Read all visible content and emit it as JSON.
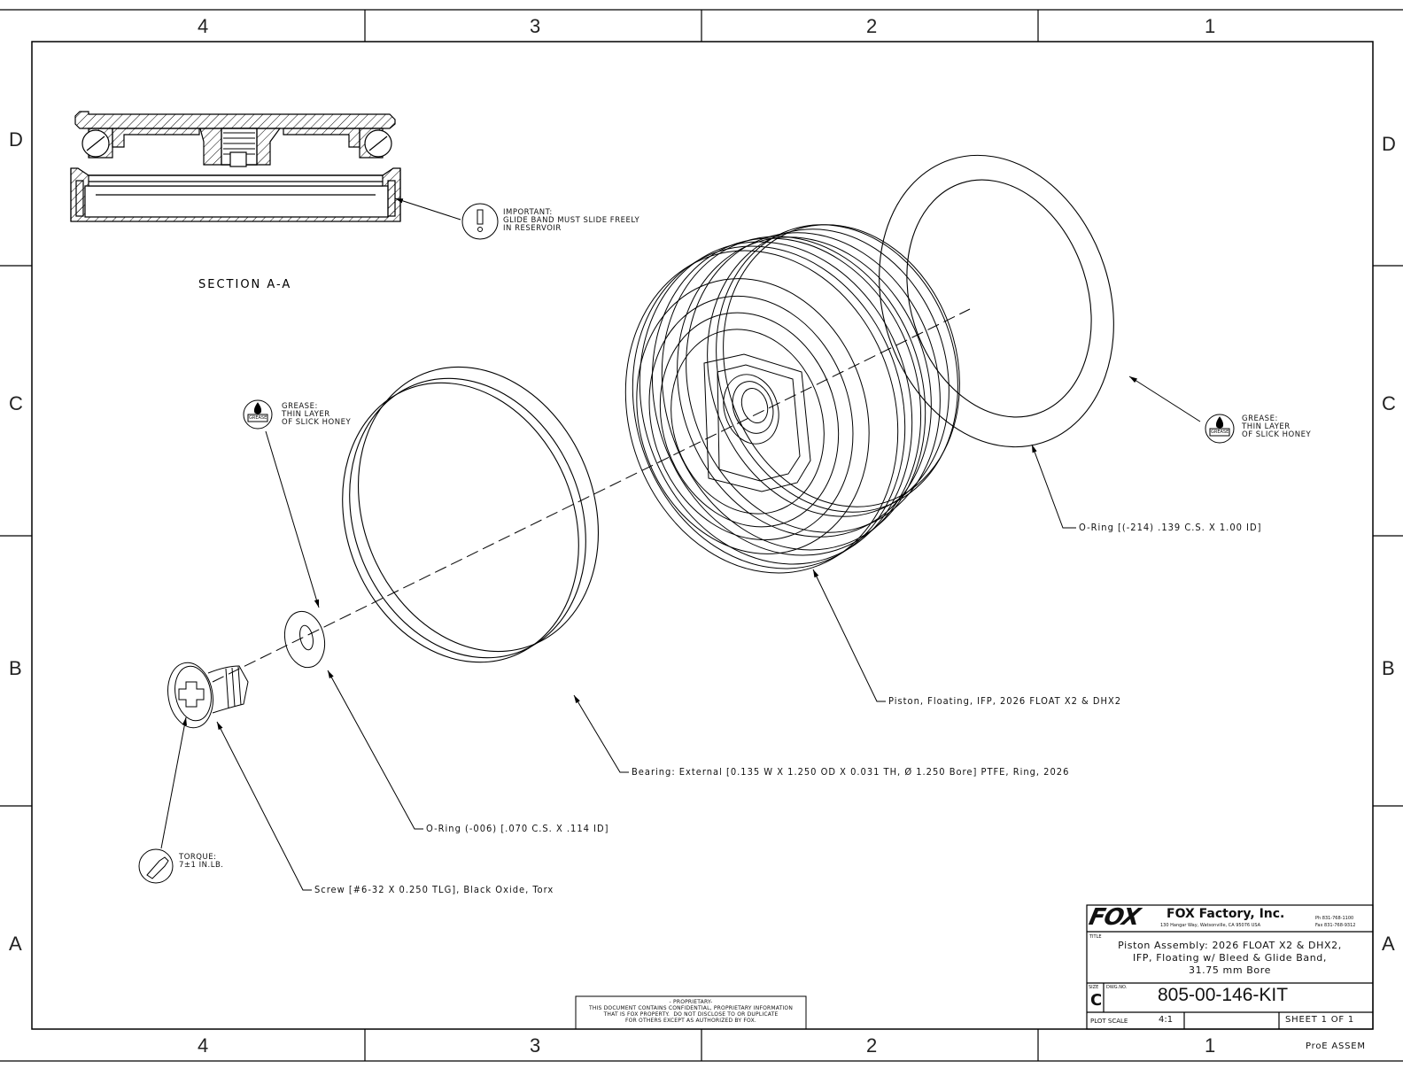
{
  "zones": {
    "columns": [
      "4",
      "3",
      "2",
      "1"
    ],
    "rows": [
      "D",
      "C",
      "B",
      "A"
    ]
  },
  "section_label": "SECTION A-A",
  "notes": {
    "important": "IMPORTANT:\nGLIDE BAND MUST SLIDE FREELY\nIN RESERVOIR",
    "grease_left": "GREASE:\nTHIN LAYER\nOF SLICK HONEY",
    "grease_right": "GREASE:\nTHIN LAYER\nOF SLICK HONEY",
    "grease_icon_text": "GREASE",
    "torque": "TORQUE:\n7±1 IN.LB."
  },
  "callouts": {
    "oring_large": "O-Ring [(-214) .139 C.S. X 1.00 ID]",
    "piston": "Piston, Floating, IFP, 2026 FLOAT X2 & DHX2",
    "bearing": "Bearing: External [0.135 W X 1.250 OD X 0.031 TH, Ø 1.250 Bore] PTFE, Ring, 2026",
    "oring_small": "O-Ring (-006) [.070 C.S. X .114 ID]",
    "screw": "Screw [#6-32 X 0.250 TLG], Black Oxide, Torx"
  },
  "proprietary": "- PROPRIETARY-\nTHIS DOCUMENT CONTAINS CONFIDENTIAL, PROPRIETARY INFORMATION\nTHAT IS FOX PROPERTY.  DO NOT DISCLOSE TO OR DUPLICATE\nFOR OTHERS EXCEPT AS AUTHORIZED BY FOX.",
  "title_block": {
    "logo": "FOX",
    "company": "FOX Factory, Inc.",
    "address": "130 Hangar Way, Watsonville, CA 95076 USA",
    "phone": "Ph 831-768-1100",
    "fax": "Fax 831-768-9312",
    "title_label": "TITLE",
    "title_line1": "Piston Assembly: 2026 FLOAT X2 & DHX2,",
    "title_line2": "IFP, Floating w/ Bleed & Glide Band,",
    "title_line3": "31.75 mm Bore",
    "size_label": "SIZE",
    "size": "C",
    "dwg_label": "DWG.NO.",
    "dwg_no": "805-00-146-KIT",
    "plot_scale_label": "PLOT SCALE",
    "plot_scale": "4:1",
    "sheet": "SHEET 1 OF 1"
  },
  "footer_note": "ProE ASSEM"
}
